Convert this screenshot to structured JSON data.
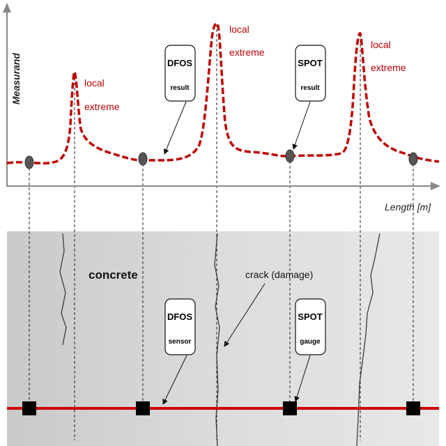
{
  "colors": {
    "curve": "#c00000",
    "sensor_line": "#d10000",
    "point": "#555555",
    "concrete": "#d6d6d4"
  },
  "graph": {
    "y_label": "Measurand",
    "x_label": "Length [m]",
    "extreme_labels": [
      {
        "line1": "local",
        "line2": "extreme"
      },
      {
        "line1": "local",
        "line2": "extreme"
      },
      {
        "line1": "local",
        "line2": "extreme"
      }
    ],
    "dfos_box": {
      "title": "DFOS",
      "sub": "result"
    },
    "spot_box": {
      "title": "SPOT",
      "sub": "result"
    }
  },
  "concrete": {
    "label": "concrete",
    "crack_label": "crack (damage)",
    "dfos_box": {
      "title": "DFOS",
      "sub": "sensor"
    },
    "spot_box": {
      "title": "SPOT",
      "sub": "gauge"
    }
  }
}
